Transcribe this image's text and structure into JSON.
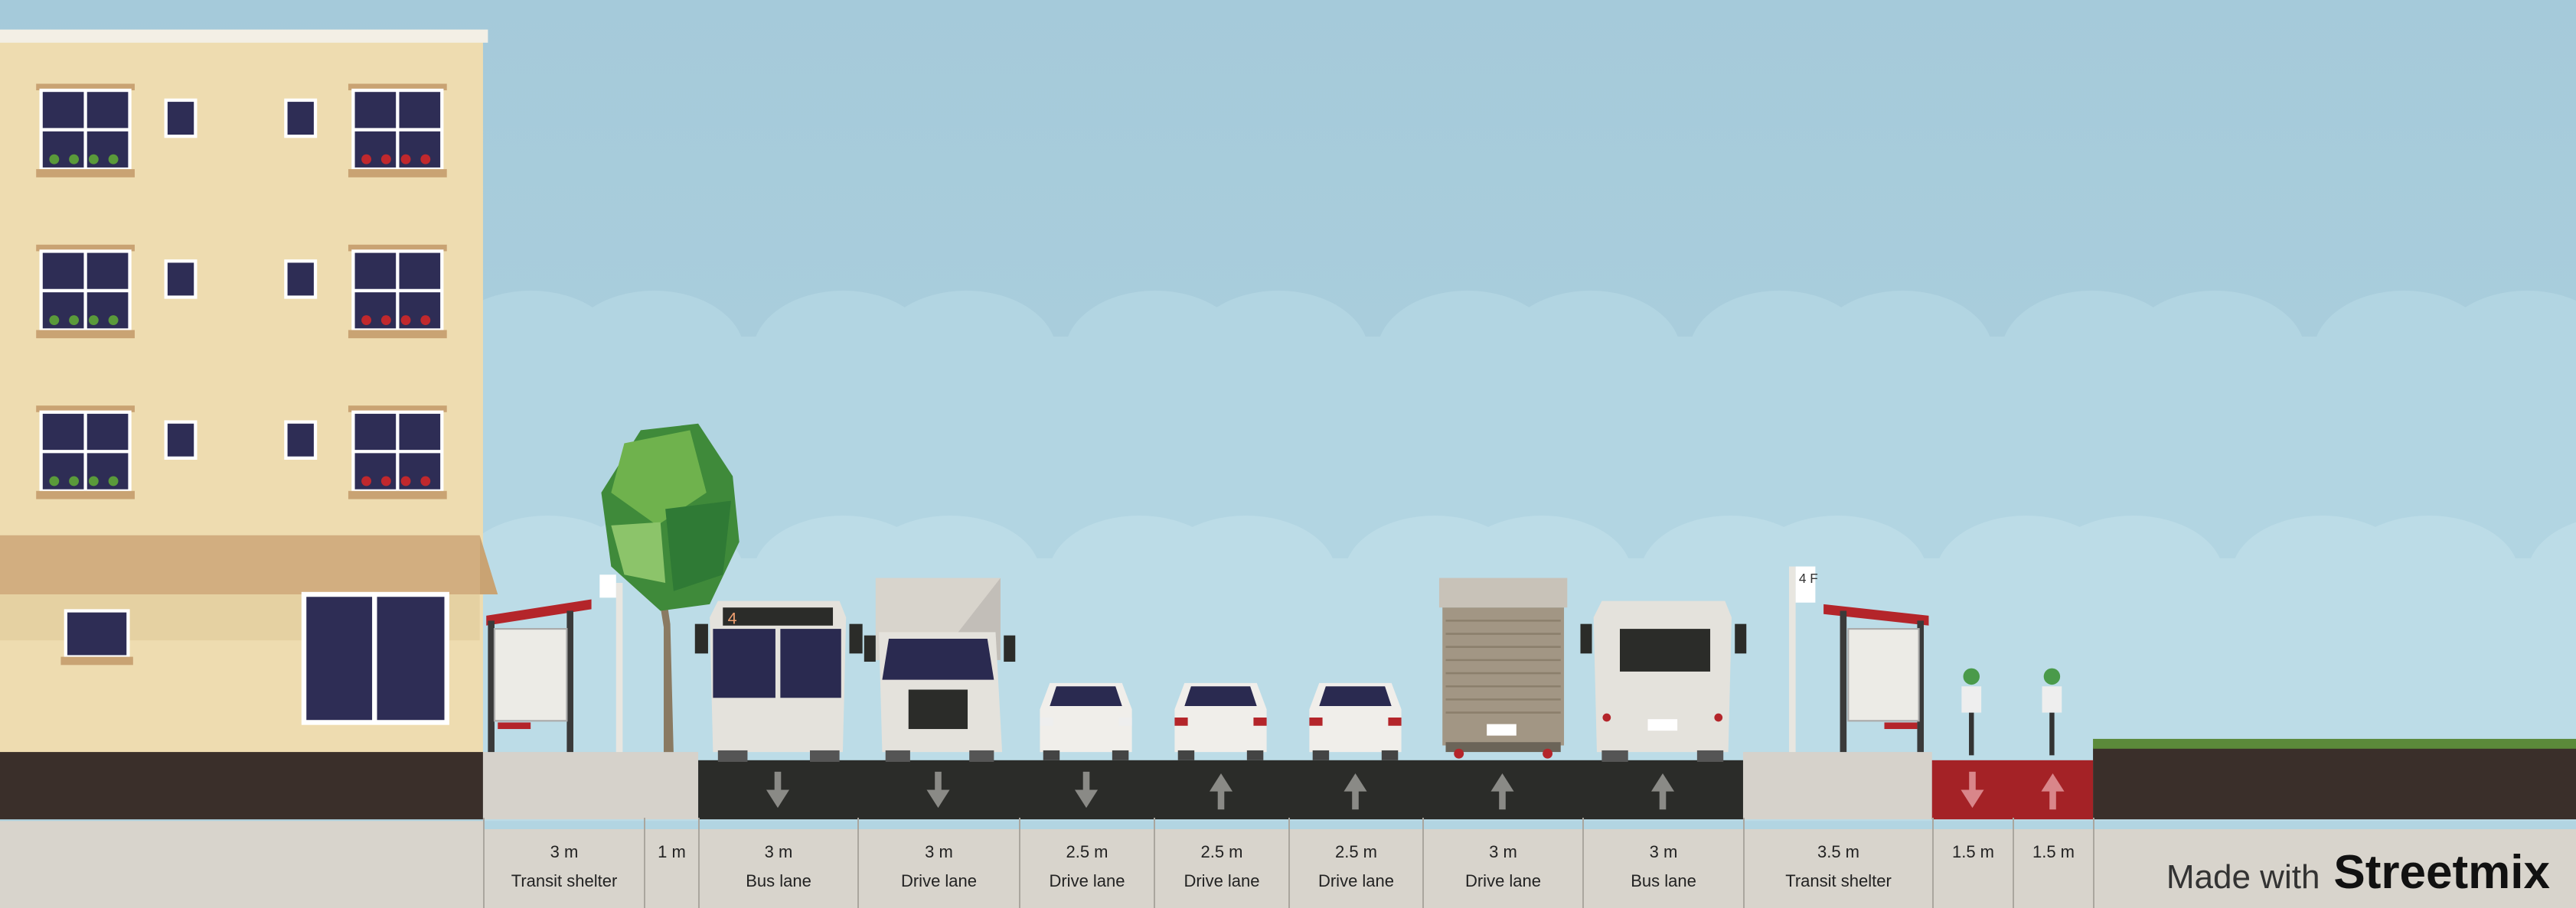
{
  "segments": [
    {
      "width": "3 m",
      "name": "Transit shelter",
      "direction": ""
    },
    {
      "width": "1 m",
      "name": "",
      "direction": ""
    },
    {
      "width": "3 m",
      "name": "Bus lane",
      "direction": "down"
    },
    {
      "width": "3 m",
      "name": "Drive lane",
      "direction": "down"
    },
    {
      "width": "2.5 m",
      "name": "Drive lane",
      "direction": "down"
    },
    {
      "width": "2.5 m",
      "name": "Drive lane",
      "direction": "up"
    },
    {
      "width": "2.5 m",
      "name": "Drive lane",
      "direction": "up"
    },
    {
      "width": "3 m",
      "name": "Drive lane",
      "direction": "up"
    },
    {
      "width": "3 m",
      "name": "Bus lane",
      "direction": "up"
    },
    {
      "width": "3.5 m",
      "name": "Transit shelter",
      "direction": ""
    },
    {
      "width": "1.5 m",
      "name": "",
      "direction": "down"
    },
    {
      "width": "1.5 m",
      "name": "",
      "direction": "up"
    }
  ],
  "bus_route": "4",
  "stop_sign": "4 F",
  "credit": {
    "made_with": "Made with",
    "brand": "Streetmix"
  },
  "colors": {
    "sky": "#a8cddc",
    "road": "#2b2c29",
    "bike_lane": "#a42226",
    "sidewalk": "#d6d2cb",
    "building": "#eedcb0"
  }
}
